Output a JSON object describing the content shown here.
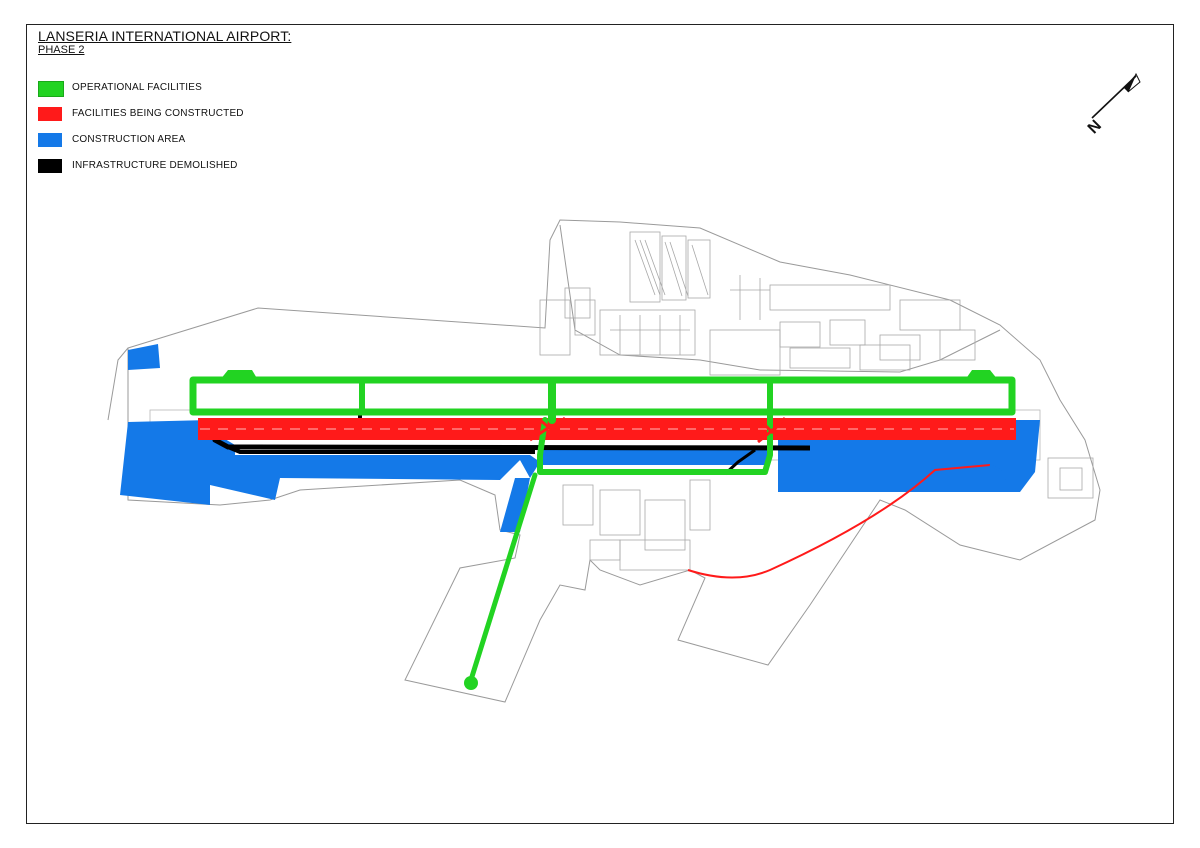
{
  "header": {
    "title": "LANSERIA INTERNATIONAL AIRPORT:",
    "subtitle": "PHASE 2"
  },
  "legend": [
    {
      "label": "OPERATIONAL FACILITIES",
      "color": "#22d322"
    },
    {
      "label": "FACILITIES BEING CONSTRUCTED",
      "color": "#ff1a1a"
    },
    {
      "label": "CONSTRUCTION AREA",
      "color": "#1479e8"
    },
    {
      "label": "INFRASTRUCTURE DEMOLISHED",
      "color": "#000000"
    }
  ],
  "north_arrow": {
    "label": "N",
    "icon": "north-arrow-icon"
  },
  "colors": {
    "operational": "#22d322",
    "operational_dark": "#1aa81a",
    "constructed": "#ff1a1a",
    "construction_area": "#1479e8",
    "demolished": "#000000",
    "outline": "#9a9a9a"
  }
}
